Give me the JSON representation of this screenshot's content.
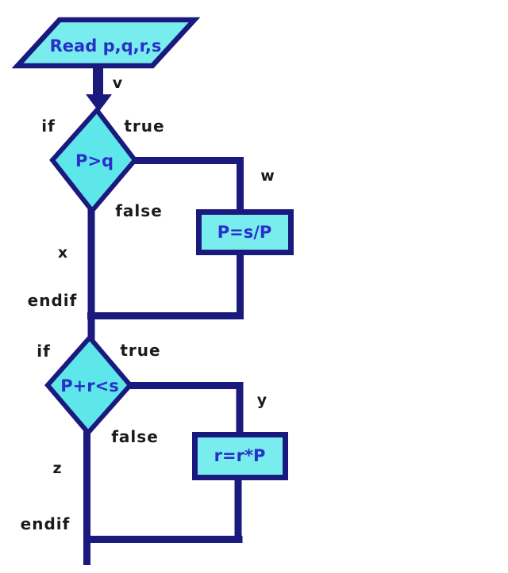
{
  "colors": {
    "background": "#ffffff",
    "line_navy": "#1a1a7e",
    "fill_cyan": "#79edee",
    "fill_diamond": "#5de7ea",
    "shape_text_blue": "#2a2fc8",
    "label_black": "#1a1a1a"
  },
  "flowchart": {
    "io_read": {
      "text": "Read p,q,r,s"
    },
    "edge_v": {
      "label": "v"
    },
    "decision_1": {
      "condition": "P>q",
      "if_label": "if",
      "true_label": "true",
      "false_label": "false",
      "endif_label": "endif",
      "true_edge_label": "w",
      "false_edge_label": "x"
    },
    "process_1": {
      "text": "P=s/P"
    },
    "decision_2": {
      "condition": "P+r<s",
      "if_label": "if",
      "true_label": "true",
      "false_label": "false",
      "endif_label": "endif",
      "true_edge_label": "y",
      "false_edge_label": "z"
    },
    "process_2": {
      "text": "r=r*P"
    }
  }
}
